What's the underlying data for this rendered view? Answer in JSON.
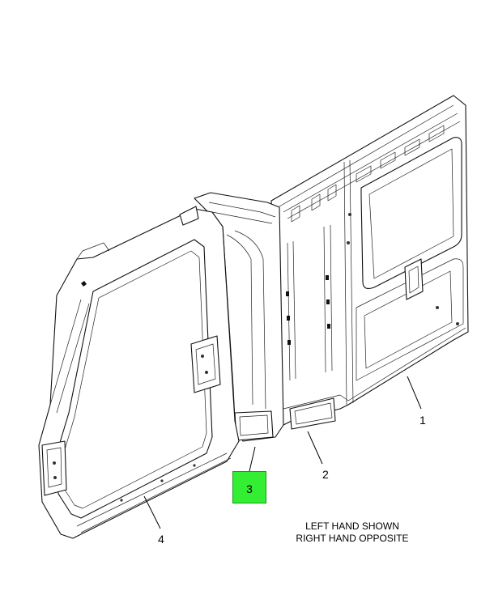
{
  "callouts": [
    {
      "id": "1",
      "label": "1"
    },
    {
      "id": "2",
      "label": "2"
    },
    {
      "id": "3",
      "label": "3"
    },
    {
      "id": "4",
      "label": "4"
    }
  ],
  "note": {
    "line1": "LEFT HAND SHOWN",
    "line2": "RIGHT HAND OPPOSITE"
  },
  "colors": {
    "highlight": "#33ee33"
  }
}
